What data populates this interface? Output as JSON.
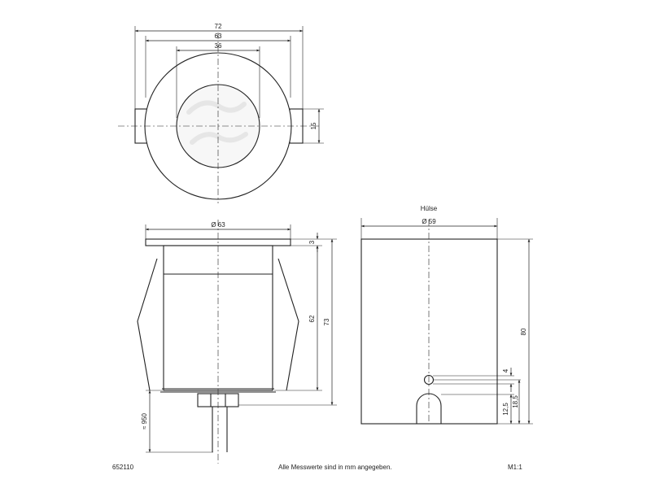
{
  "top_view": {
    "dims": {
      "d72": "72",
      "d63": "63",
      "d36": "36",
      "d15": "15"
    }
  },
  "side_view": {
    "dims": {
      "dia63": "Ø 63",
      "d3": "3",
      "d62": "62",
      "d73": "73",
      "cable": "≈ 950"
    }
  },
  "sleeve": {
    "title": "Hülse",
    "dims": {
      "dia59": "Ø 59",
      "d80": "80",
      "d4": "4",
      "d12_5": "12,5",
      "d18_5": "18,5"
    }
  },
  "footer": {
    "article_number": "652110",
    "note": "Alle Messwerte sind in mm angegeben.",
    "scale": "M1:1"
  }
}
